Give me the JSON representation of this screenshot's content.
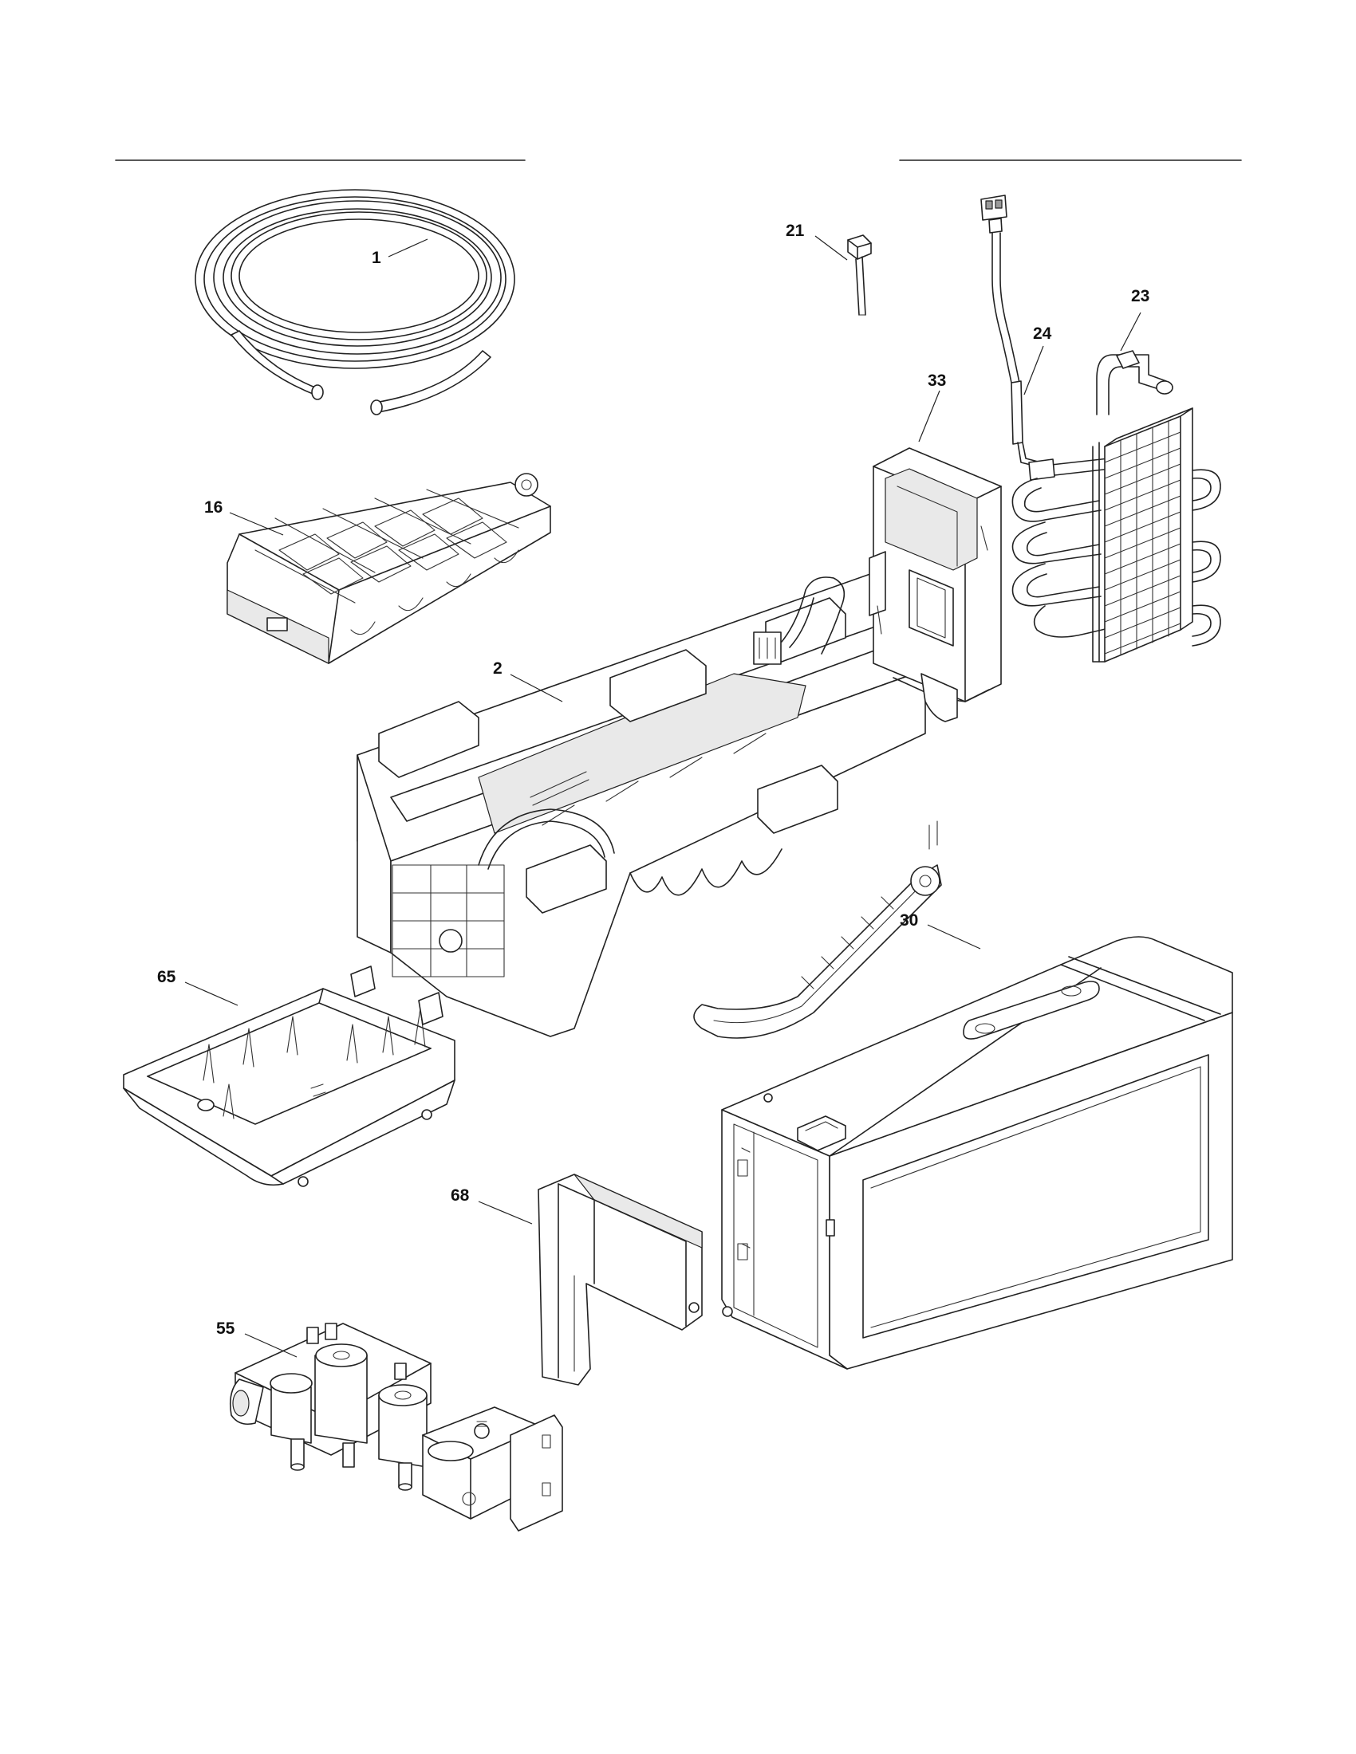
{
  "diagram": {
    "callouts": [
      {
        "id": "tubing",
        "label": "1"
      },
      {
        "id": "ice-tray",
        "label": "16"
      },
      {
        "id": "icemaker",
        "label": "2"
      },
      {
        "id": "bucket",
        "label": "65"
      },
      {
        "id": "cover",
        "label": "68"
      },
      {
        "id": "water-valve",
        "label": "55"
      },
      {
        "id": "harness-plug",
        "label": "21"
      },
      {
        "id": "heater-harness",
        "label": "24"
      },
      {
        "id": "evaporator",
        "label": "23"
      },
      {
        "id": "control-housing",
        "label": "33"
      },
      {
        "id": "ice-bin-housing",
        "label": "30"
      }
    ]
  }
}
